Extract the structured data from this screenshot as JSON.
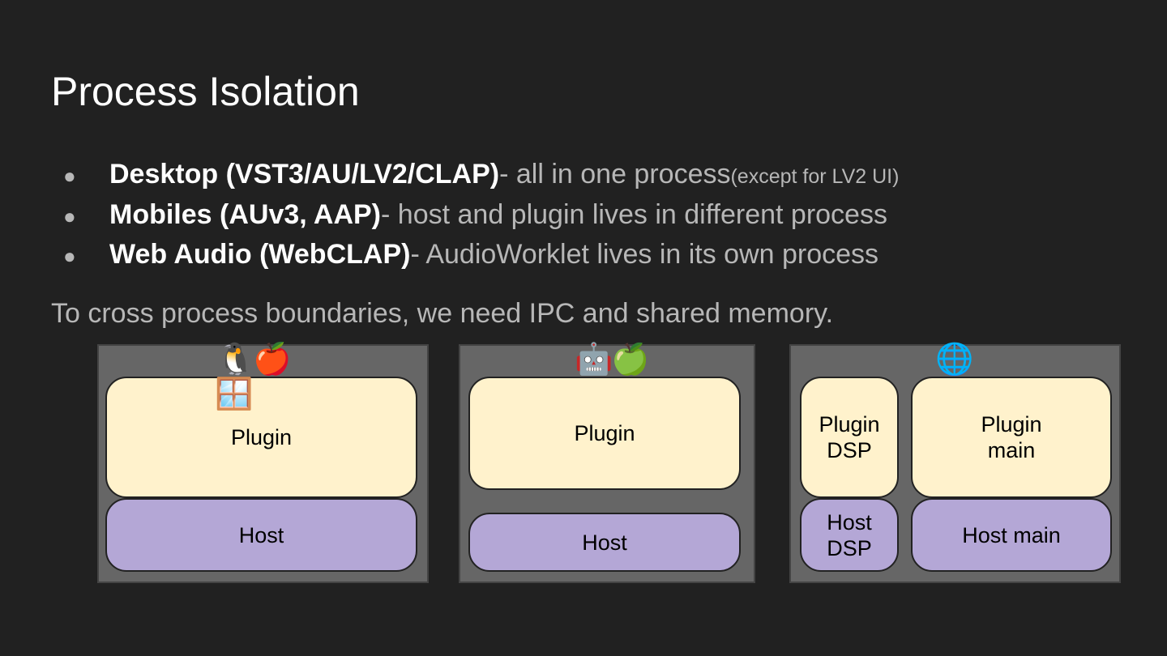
{
  "slide": {
    "title": "Process Isolation",
    "bullets": [
      {
        "strong": "Desktop (VST3/AU/LV2/CLAP)",
        "rest": " - all in one process ",
        "note": "(except for LV2 UI)"
      },
      {
        "strong": "Mobiles (AUv3, AAP)",
        "rest": " - host and plugin lives in different process"
      },
      {
        "strong": "Web Audio (WebCLAP)",
        "rest": " - AudioWorklet lives in its own process"
      }
    ],
    "footnote": "To cross process boundaries, we need IPC and shared memory.",
    "bullet_glyph": "●"
  },
  "diagrams": {
    "desktop": {
      "icons": [
        "penguin-icon",
        "apple-icon",
        "window-icon"
      ],
      "emoji_top": "🐧🍎",
      "emoji_bottom": "🪟",
      "plugin": "Plugin",
      "host": "Host"
    },
    "mobile": {
      "icons": [
        "robot-icon",
        "green-apple-icon"
      ],
      "emoji": "🤖🍏",
      "plugin": "Plugin",
      "host": "Host"
    },
    "web": {
      "icons": [
        "globe-icon"
      ],
      "emoji": "🌐",
      "plugin_dsp": "Plugin\nDSP",
      "plugin_main": "Plugin\nmain",
      "host_dsp": "Host\nDSP",
      "host_main": "Host main"
    }
  },
  "colors": {
    "background": "#212121",
    "panel": "#666666",
    "plugin": "#fff2cc",
    "host": "#b4a7d6"
  }
}
